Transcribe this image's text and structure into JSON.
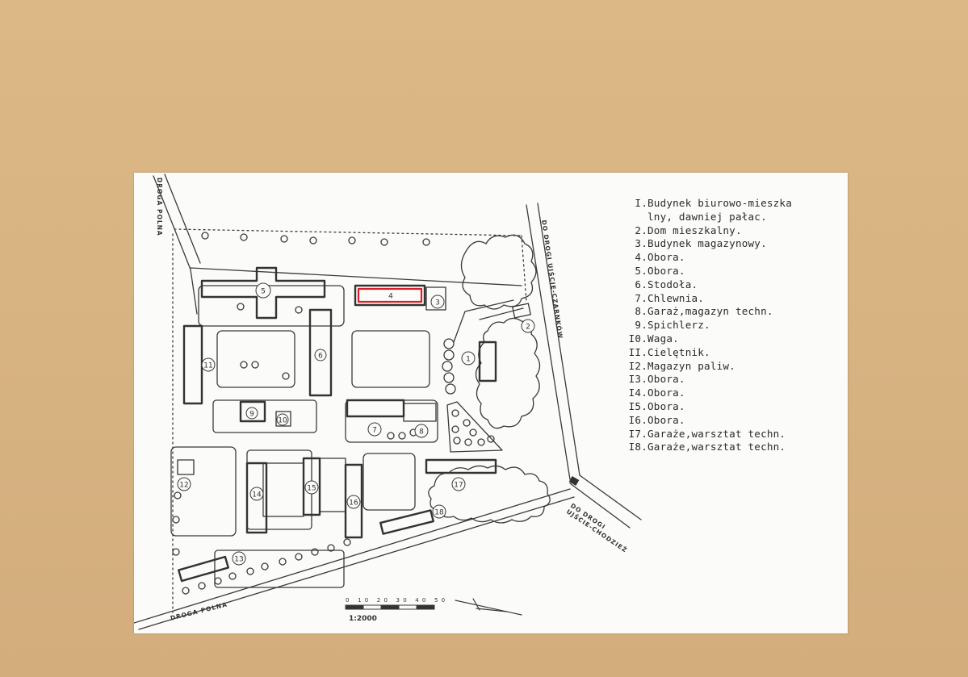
{
  "legend": [
    {
      "num": "I.",
      "text": "Budynek biurowo-mieszka",
      "cont": "lny, dawniej pałac."
    },
    {
      "num": "2.",
      "text": "Dom mieszkalny."
    },
    {
      "num": "3.",
      "text": "Budynek magazynowy."
    },
    {
      "num": "4.",
      "text": "Obora."
    },
    {
      "num": "5.",
      "text": "Obora."
    },
    {
      "num": "6.",
      "text": "Stodoła."
    },
    {
      "num": "7.",
      "text": "Chlewnia."
    },
    {
      "num": "8.",
      "text": "Garaż,magazyn techn."
    },
    {
      "num": "9.",
      "text": "Spichlerz."
    },
    {
      "num": "I0.",
      "text": "Waga."
    },
    {
      "num": "II.",
      "text": "Cielętnik."
    },
    {
      "num": "I2.",
      "text": "Magazyn paliw."
    },
    {
      "num": "I3.",
      "text": "Obora."
    },
    {
      "num": "I4.",
      "text": "Obora."
    },
    {
      "num": "I5.",
      "text": "Obora."
    },
    {
      "num": "I6.",
      "text": "Obora."
    },
    {
      "num": "I7.",
      "text": "Garaże,warsztat techn."
    },
    {
      "num": "I8.",
      "text": "Garaże,warsztat techn."
    }
  ],
  "roads": {
    "polna_top": "DROGA POLNA",
    "polna_bottom": "DROGA POLNA",
    "czarnkow": "DO DROGI UJŚCIE-CZARNKÓW",
    "chodziez": "DO DROGI UJŚCIE-CHODZIEŻ"
  },
  "scale": {
    "ratio": "1:2000",
    "ticks": "0 10 20 30 40 50"
  },
  "building_numbers": [
    "1",
    "2",
    "3",
    "4",
    "5",
    "6",
    "7",
    "8",
    "9",
    "10",
    "11",
    "12",
    "13",
    "14",
    "15",
    "16",
    "17",
    "18"
  ],
  "colors": {
    "highlight": "#d4202a",
    "ink": "#3a3a3a",
    "paper": "#fbfbf9",
    "board": "#d9b585"
  }
}
